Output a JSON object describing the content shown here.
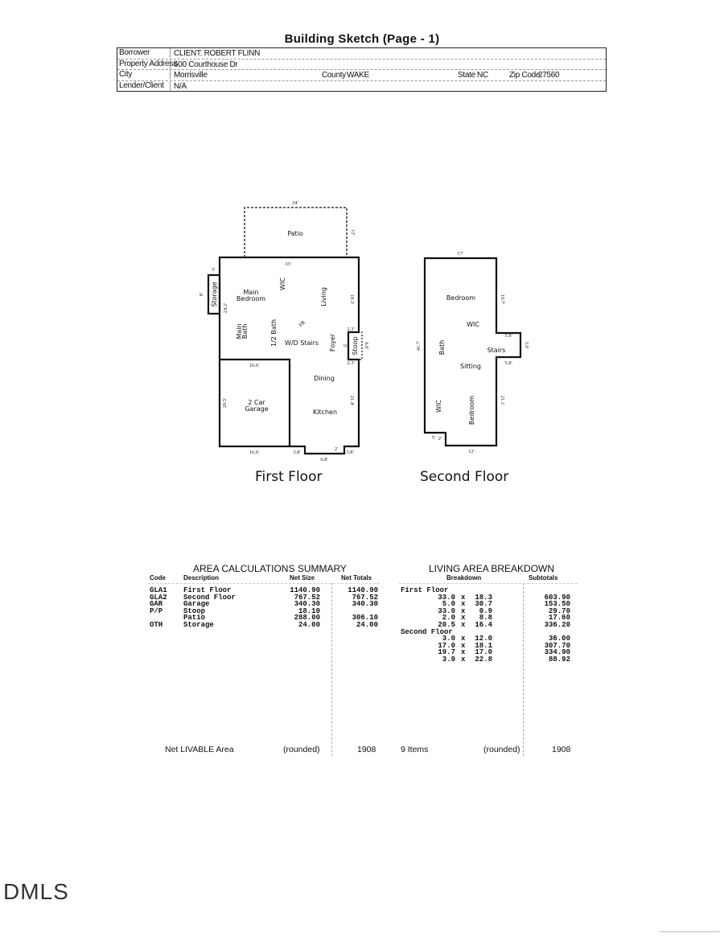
{
  "title": "Building Sketch (Page - 1)",
  "info": {
    "borrower_label": "Borrower",
    "borrower": "CLIENT: ROBERT FLINN",
    "address_label": "Property Address",
    "address": "600 Courthouse Dr",
    "city_label": "City",
    "city": "Morrisville",
    "county_label": "County",
    "county": "WAKE",
    "state_label": "State",
    "state": "NC",
    "zip_label": "Zip Code",
    "zip": "27560",
    "lender_label": "Lender/Client",
    "lender": "N/A"
  },
  "first_floor": {
    "label": "First Floor",
    "rooms": {
      "patio": "Patio",
      "storage": "Storage",
      "main_bedroom_1": "Main",
      "main_bedroom_2": "Bedroom",
      "wic": "WIC",
      "living": "Living",
      "main_bath_1": "Main",
      "main_bath_2": "Bath",
      "half_bath": "1/2 Bath",
      "wd_stairs": "W/D Stairs",
      "foyer": "Foyer",
      "stoop": "Stoop",
      "dining": "Dining",
      "kitchen": "Kitchen",
      "garage_1": "2 Car",
      "garage_2": "Garage",
      "fr": "FR"
    },
    "dims": {
      "patio_w": "24'",
      "patio_h": "12'",
      "top": "33'",
      "storage_w": "3'",
      "storage_h": "8'",
      "left": "24.2'",
      "right_upper": "18.3'",
      "stoop_top": "2.3'",
      "stoop_h": "6.6'",
      "stoop_in": "5'",
      "stoop_bottom": "2.3'",
      "garage_top": "16.6'",
      "garage_h": "20.5'",
      "right_lower": "21.4'",
      "garage_bottom": "16.6'",
      "notch_l": "3.8'",
      "notch_r": "3.8'",
      "notch_h": "2'",
      "notch_w": "6.8'"
    }
  },
  "second_floor": {
    "label": "Second Floor",
    "rooms": {
      "bedroom_top": "Bedroom",
      "wic_top": "WIC",
      "bath": "Bath",
      "stairs": "Stairs",
      "sitting": "Sitting",
      "wic_bottom": "WIC",
      "bedroom_bottom": "Bedroom"
    },
    "dims": {
      "top": "17'",
      "right_upper": "19.7'",
      "bump_top": "5.8'",
      "bump_h": "3.9'",
      "bump_bottom": "5.8'",
      "left": "41.7'",
      "right_lower": "21.1'",
      "bottom": "12'",
      "notch_w": "5'",
      "notch_h": "2'"
    }
  },
  "area_summary": {
    "title": "AREA CALCULATIONS SUMMARY",
    "headers": [
      "Code",
      "Description",
      "Net Size",
      "Net Totals"
    ],
    "rows": [
      [
        "GLA1",
        "First Floor",
        "1140.90",
        "1140.90"
      ],
      [
        "GLA2",
        "Second Floor",
        "767.52",
        "767.52"
      ],
      [
        "GAR",
        "Garage",
        "340.30",
        "340.30"
      ],
      [
        "P/P",
        "Stoop",
        "18.10",
        ""
      ],
      [
        "",
        "Patio",
        "288.00",
        "306.10"
      ],
      [
        "OTH",
        "Storage",
        "24.00",
        "24.00"
      ]
    ],
    "footer_label": "Net LIVABLE Area",
    "footer_rounded": "(rounded)",
    "footer_total": "1908"
  },
  "living_breakdown": {
    "title": "LIVING AREA BREAKDOWN",
    "headers": [
      "Breakdown",
      "Subtotals"
    ],
    "rows": [
      [
        "First Floor",
        "",
        "",
        "",
        ""
      ],
      [
        "",
        "33.0",
        "x",
        "18.3",
        "603.90"
      ],
      [
        "",
        "5.0",
        "x",
        "30.7",
        "153.50"
      ],
      [
        "",
        "33.0",
        "x",
        "0.9",
        "29.70"
      ],
      [
        "",
        "2.0",
        "x",
        "8.8",
        "17.60"
      ],
      [
        "",
        "20.5",
        "x",
        "16.4",
        "336.20"
      ],
      [
        "Second Floor",
        "",
        "",
        "",
        ""
      ],
      [
        "",
        "3.0",
        "x",
        "12.0",
        "36.00"
      ],
      [
        "",
        "17.0",
        "x",
        "18.1",
        "307.70"
      ],
      [
        "",
        "19.7",
        "x",
        "17.0",
        "334.90"
      ],
      [
        "",
        "3.9",
        "x",
        "22.8",
        "88.92"
      ]
    ],
    "footer_items": "9 Items",
    "footer_rounded": "(rounded)",
    "footer_total": "1908"
  },
  "watermark": "DMLS"
}
